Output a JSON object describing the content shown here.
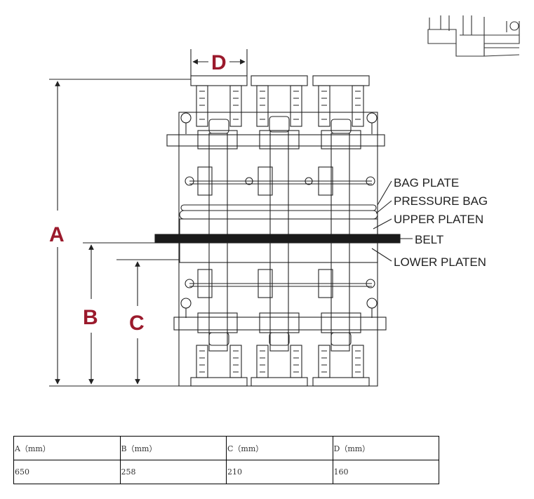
{
  "diagram": {
    "dimension_letters": [
      "A",
      "B",
      "C",
      "D"
    ],
    "part_labels": {
      "bag_plate": "BAG PLATE",
      "pressure_bag": "PRESSURE BAG",
      "upper_platen": "UPPER PLATEN",
      "belt": "BELT",
      "lower_platen": "LOWER PLATEN"
    },
    "colors": {
      "dimension_letter": "#9b1a2c",
      "belt": "#1a1a1a",
      "lines": "#222222"
    }
  },
  "spec_table": {
    "headers": [
      "A（mm）",
      "B（mm）",
      "C（mm）",
      "D（mm）"
    ],
    "values": [
      "650",
      "258",
      "210",
      "160"
    ]
  }
}
